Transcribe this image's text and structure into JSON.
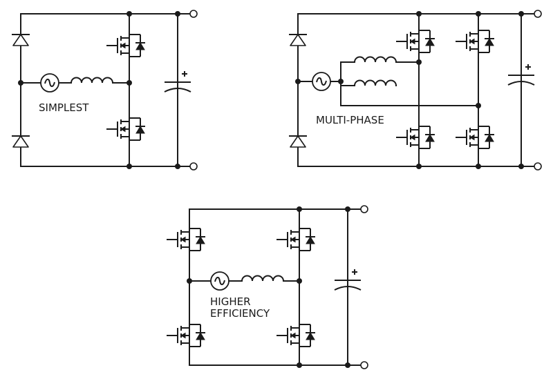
{
  "circuits": [
    {
      "label_lines": [
        "SIMPLEST"
      ],
      "capacitor_polarity": "+"
    },
    {
      "label_lines": [
        "MULTI-PHASE"
      ],
      "capacitor_polarity": "+"
    },
    {
      "label_lines": [
        "HIGHER",
        "EFFICIENCY"
      ],
      "capacitor_polarity": "+"
    }
  ],
  "icons": [
    "ac-source-icon",
    "inductor-icon",
    "diode-icon",
    "mosfet-icon",
    "capacitor-icon",
    "terminal-icon"
  ],
  "colors": {
    "line": "#1a1a1a",
    "background": "#ffffff"
  }
}
